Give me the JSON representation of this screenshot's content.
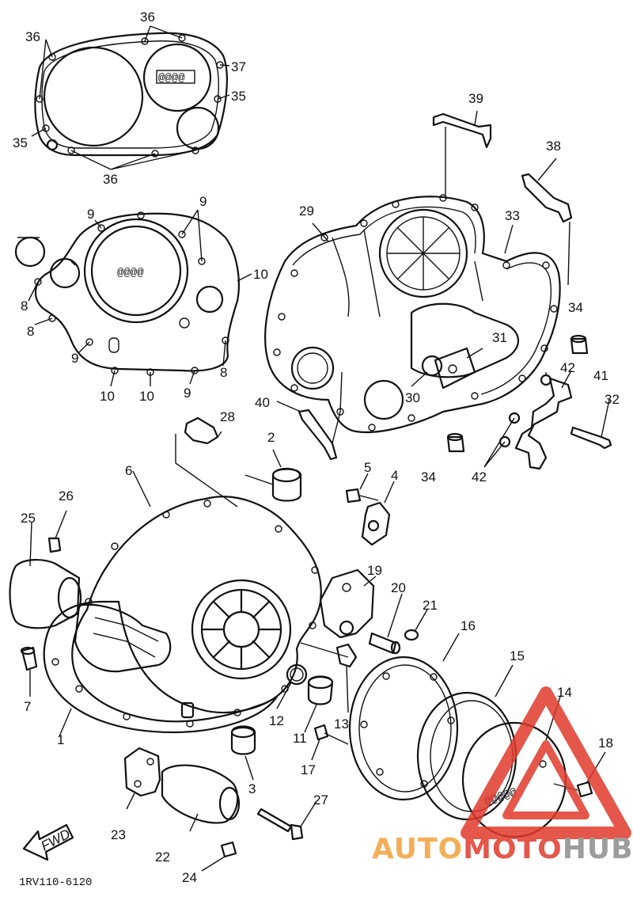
{
  "diagram": {
    "part_code": "1RV110-6120",
    "fwd_label": "FWD",
    "callouts": [
      {
        "id": "c36a",
        "text": "36"
      },
      {
        "id": "c36b",
        "text": "36"
      },
      {
        "id": "c37",
        "text": "37"
      },
      {
        "id": "c35a",
        "text": "35"
      },
      {
        "id": "c35b",
        "text": "35"
      },
      {
        "id": "c36c",
        "text": "36"
      },
      {
        "id": "c39",
        "text": "39"
      },
      {
        "id": "c38",
        "text": "38"
      },
      {
        "id": "c9a",
        "text": "9"
      },
      {
        "id": "c9b",
        "text": "9"
      },
      {
        "id": "c10a",
        "text": "10"
      },
      {
        "id": "c8a",
        "text": "8"
      },
      {
        "id": "c8b",
        "text": "8"
      },
      {
        "id": "c9c",
        "text": "9"
      },
      {
        "id": "c10b",
        "text": "10"
      },
      {
        "id": "c10c",
        "text": "10"
      },
      {
        "id": "c9d",
        "text": "9"
      },
      {
        "id": "c8c",
        "text": "8"
      },
      {
        "id": "c29",
        "text": "29"
      },
      {
        "id": "c33",
        "text": "33"
      },
      {
        "id": "c34a",
        "text": "34"
      },
      {
        "id": "c31",
        "text": "31"
      },
      {
        "id": "c42a",
        "text": "42"
      },
      {
        "id": "c41",
        "text": "41"
      },
      {
        "id": "c30",
        "text": "30"
      },
      {
        "id": "c32",
        "text": "32"
      },
      {
        "id": "c40",
        "text": "40"
      },
      {
        "id": "c28",
        "text": "28"
      },
      {
        "id": "c2",
        "text": "2"
      },
      {
        "id": "c34b",
        "text": "34"
      },
      {
        "id": "c42b",
        "text": "42"
      },
      {
        "id": "c5",
        "text": "5"
      },
      {
        "id": "c4",
        "text": "4"
      },
      {
        "id": "c6",
        "text": "6"
      },
      {
        "id": "c26",
        "text": "26"
      },
      {
        "id": "c25",
        "text": "25"
      },
      {
        "id": "c19",
        "text": "19"
      },
      {
        "id": "c20",
        "text": "20"
      },
      {
        "id": "c21",
        "text": "21"
      },
      {
        "id": "c16",
        "text": "16"
      },
      {
        "id": "c15",
        "text": "15"
      },
      {
        "id": "c14",
        "text": "14"
      },
      {
        "id": "c7",
        "text": "7"
      },
      {
        "id": "c12",
        "text": "12"
      },
      {
        "id": "c13",
        "text": "13"
      },
      {
        "id": "c1",
        "text": "1"
      },
      {
        "id": "c11",
        "text": "11"
      },
      {
        "id": "c17",
        "text": "17"
      },
      {
        "id": "c18",
        "text": "18"
      },
      {
        "id": "c3",
        "text": "3"
      },
      {
        "id": "c27",
        "text": "27"
      },
      {
        "id": "c23",
        "text": "23"
      },
      {
        "id": "c22",
        "text": "22"
      },
      {
        "id": "c24",
        "text": "24"
      }
    ]
  },
  "watermark": {
    "brand_auto": "AUTO",
    "brand_moto": "MOTO",
    "brand_hub": "HUB",
    "color_red": "#e03a2b",
    "color_orange": "#f2a23a",
    "color_gray": "#8c8c8c"
  },
  "colors": {
    "line": "#111111",
    "background": "#ffffff"
  }
}
